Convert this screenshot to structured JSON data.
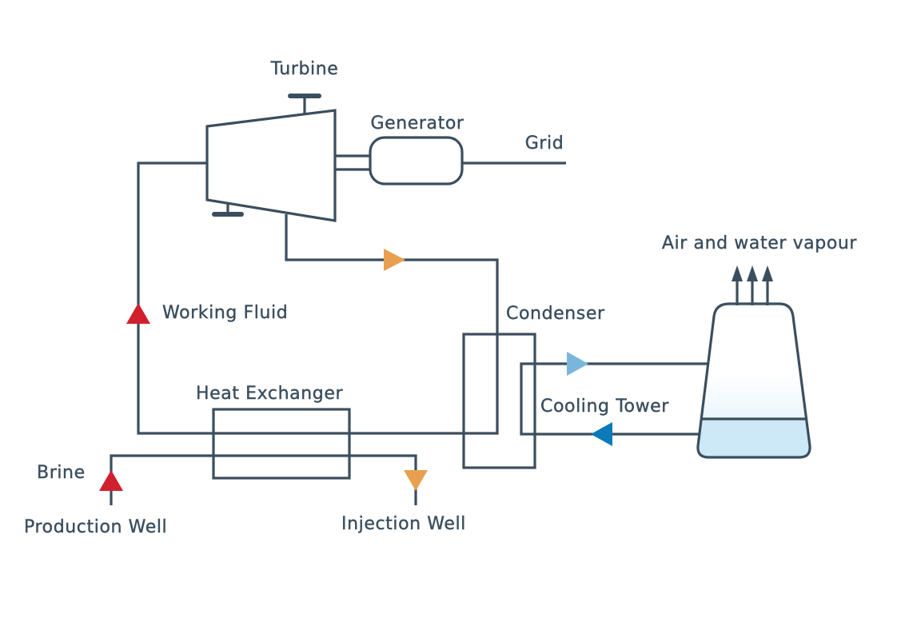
{
  "labels": {
    "turbine": "Turbine",
    "generator": "Generator",
    "grid": "Grid",
    "air_vapour": "Air and water vapour",
    "condenser": "Condenser",
    "working_fluid": "Working Fluid",
    "cooling_tower": "Cooling Tower",
    "heat_exchanger": "Heat Exchanger",
    "brine": "Brine",
    "production_well": "Production Well",
    "injection_well": "Injection Well"
  },
  "colors": {
    "line": "#3b4e5e",
    "hot_arrow": "#d0202e",
    "warm_arrow": "#e8a050",
    "cool_arrow_light": "#7ab6dc",
    "cool_arrow_dark": "#0a7ab8",
    "water": "#cde8f6"
  }
}
